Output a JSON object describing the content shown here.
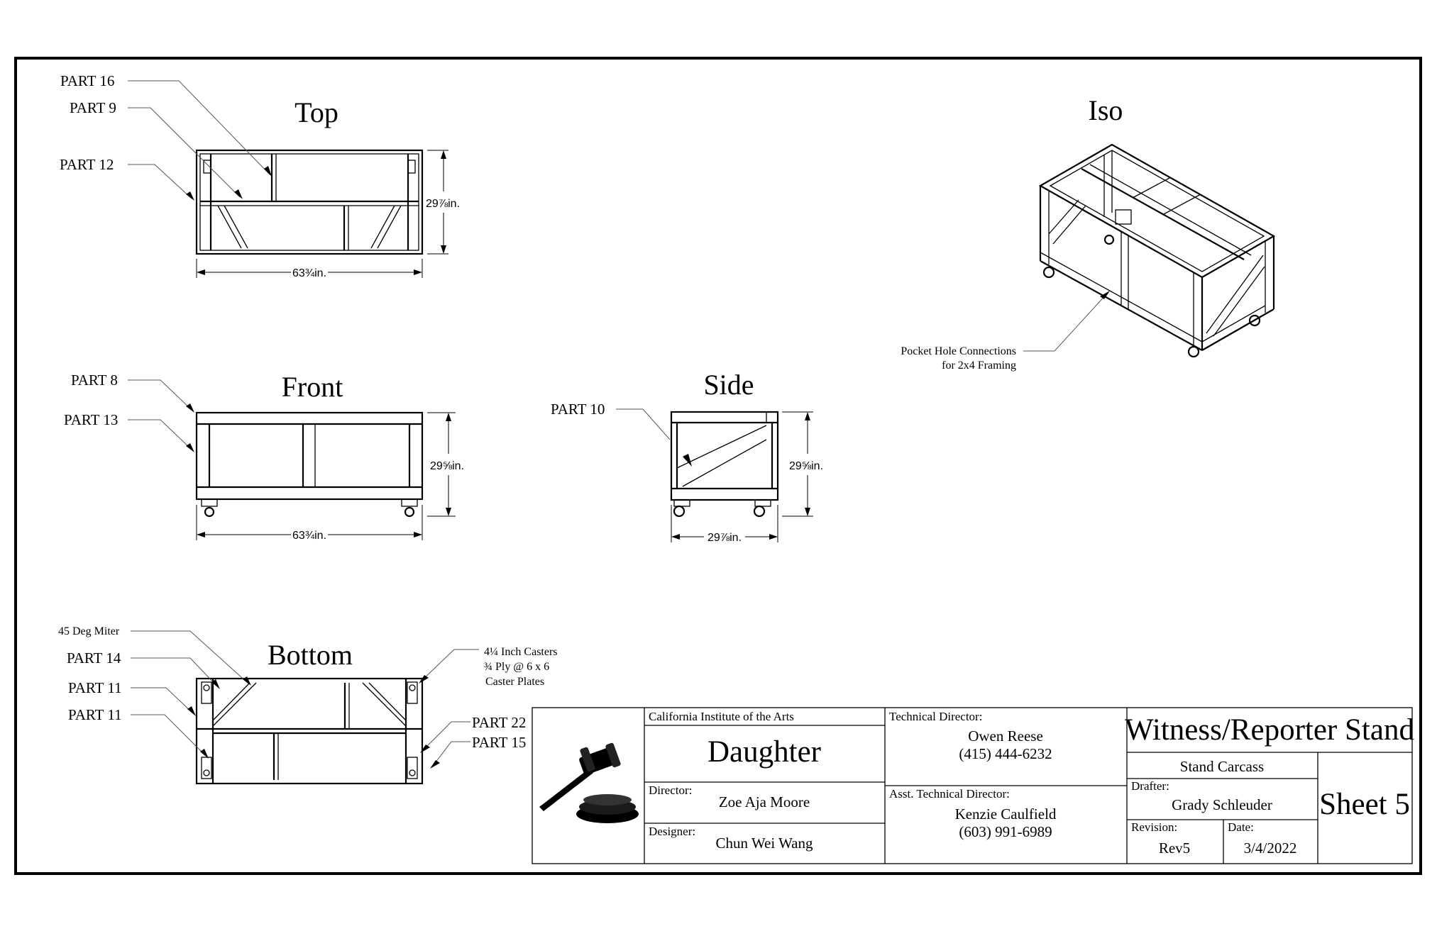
{
  "views": {
    "top": "Top",
    "front": "Front",
    "side": "Side",
    "bottom": "Bottom",
    "iso": "Iso"
  },
  "parts": {
    "p16": "PART 16",
    "p9": "PART 9",
    "p12": "PART 12",
    "p8": "PART 8",
    "p13": "PART 13",
    "p10": "PART 10",
    "p14": "PART 14",
    "p11a": "PART 11",
    "p11b": "PART 11",
    "p22": "PART 22",
    "p15": "PART 15"
  },
  "notes": {
    "miter": "45 Deg Miter",
    "casters_1": "4¼ Inch Casters",
    "casters_2": "¾ Ply @ 6 x 6",
    "casters_3": "Caster Plates",
    "pocket_1": "Pocket Hole Connections",
    "pocket_2": "for 2x4 Framing"
  },
  "dimensions": {
    "top_width": "63¾in.",
    "top_depth": "29⅞in.",
    "front_width": "63¾in.",
    "front_height": "29⅝in.",
    "side_height": "29⅝in.",
    "side_width": "29⅞in."
  },
  "title_block": {
    "school": "California Institute of the Arts",
    "production": "Daughter",
    "director_label": "Director:",
    "director": "Zoe Aja Moore",
    "designer_label": "Designer:",
    "designer": "Chun Wei Wang",
    "td_label": "Technical Director:",
    "td_name": "Owen Reese",
    "td_phone": "(415) 444-6232",
    "atd_label": "Asst. Technical Director:",
    "atd_name": "Kenzie Caulfield",
    "atd_phone": "(603) 991-6989",
    "title": "Witness/Reporter Stand",
    "subtitle": "Stand Carcass",
    "drafter_label": "Drafter:",
    "drafter": "Grady Schleuder",
    "revision_label": "Revision:",
    "revision": "Rev5",
    "date_label": "Date:",
    "date": "3/4/2022",
    "sheet": "Sheet 5",
    "logo": "gavel-icon"
  }
}
